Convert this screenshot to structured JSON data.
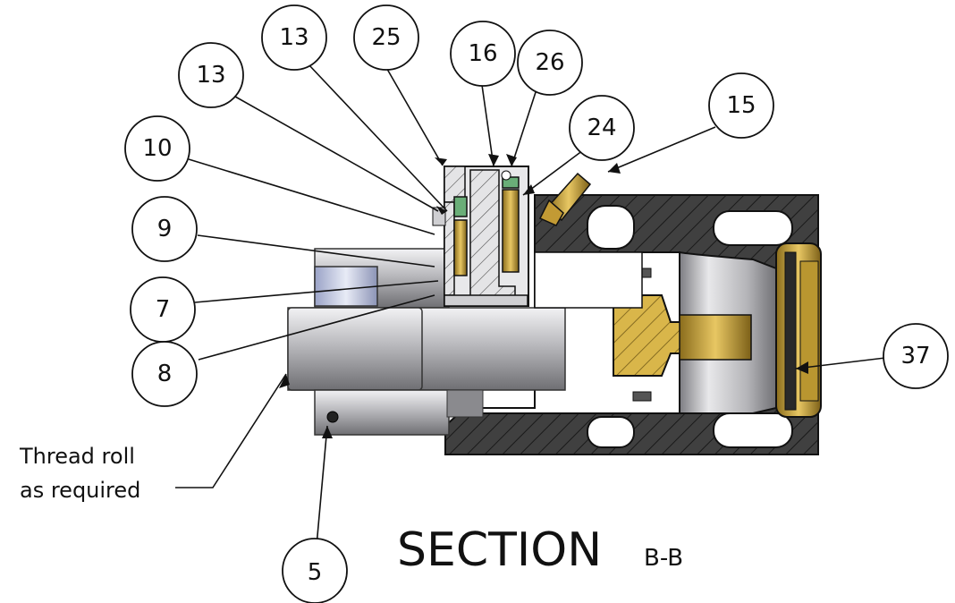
{
  "title": {
    "main": "SECTION",
    "sub": "B-B"
  },
  "note": {
    "line1": "Thread roll",
    "line2": "as required"
  },
  "balloons": [
    "13",
    "25",
    "16",
    "26",
    "13",
    "24",
    "15",
    "10",
    "9",
    "7",
    "8",
    "37",
    "5"
  ],
  "colors": {
    "steel": "#3c3c3c",
    "brass": "#d4b24a",
    "silver": "#c9c9cc",
    "green": "#5aa06a",
    "outline": "#111111"
  }
}
